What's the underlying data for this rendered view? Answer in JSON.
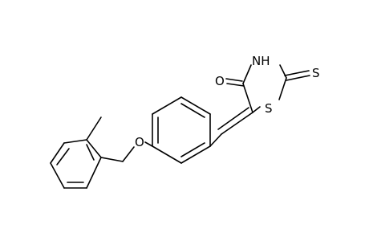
{
  "molecule": {
    "atoms": {
      "oxygen_carbonyl": "O",
      "nitrogen_h": "NH",
      "sulfur_thione": "S",
      "sulfur_ring": "S",
      "oxygen_ether": "O"
    }
  },
  "colors": {
    "bond": "#000000",
    "background": "#ffffff"
  }
}
